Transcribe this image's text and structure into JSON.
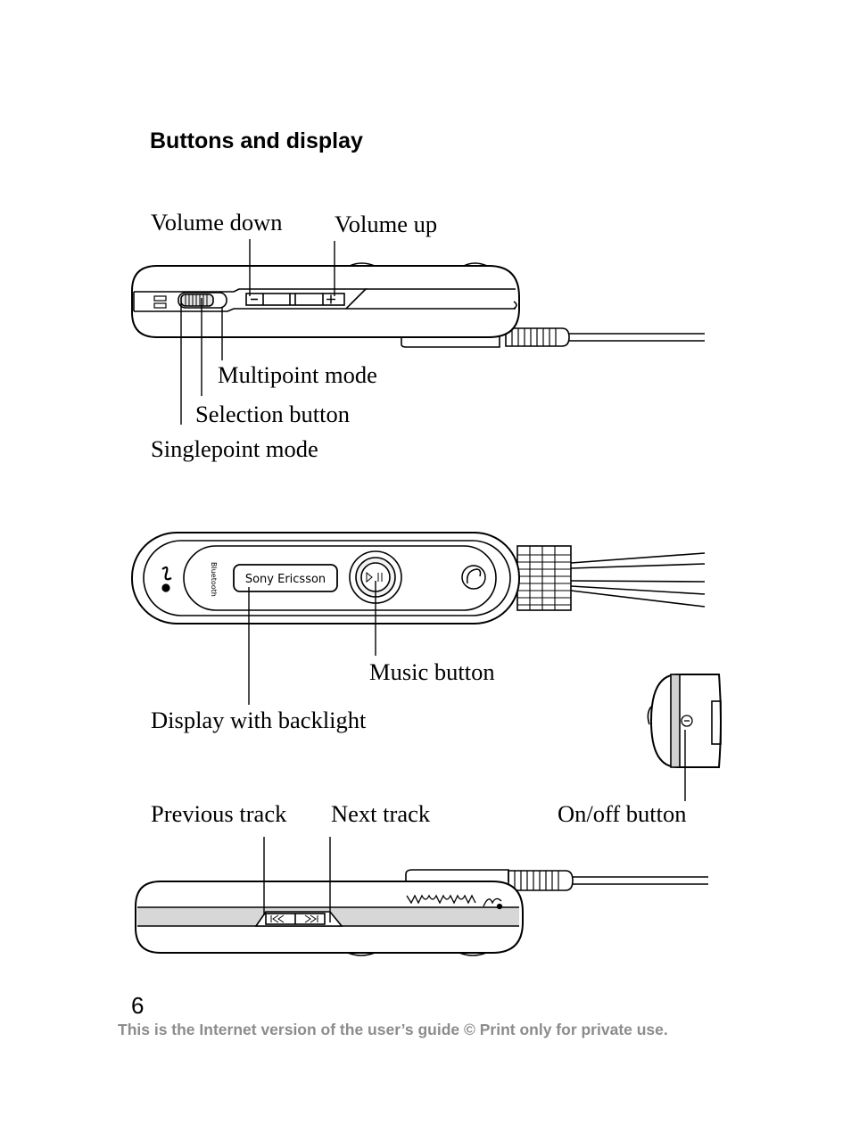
{
  "page": {
    "title": "Buttons and display",
    "page_number": "6",
    "footer": "This is the Internet version of the user’s guide © Print only for private use."
  },
  "side_view_labels": {
    "volume_down": "Volume down",
    "volume_up": "Volume up",
    "multipoint_mode": "Multipoint mode",
    "selection_button": "Selection button",
    "singlepoint_mode": "Singlepoint mode"
  },
  "front_view_labels": {
    "music_button": "Music button",
    "display_with_backlight": "Display with backlight",
    "on_off_button": "On/off button"
  },
  "bottom_view_labels": {
    "previous_track": "Previous track",
    "next_track": "Next track"
  },
  "device_markings": {
    "brand": "Sony Ericsson",
    "bluetooth": "Bluetooth"
  },
  "icons": [
    "mode-switch-icon",
    "minus-icon",
    "plus-icon",
    "play-pause-icon",
    "walkman-logo-icon",
    "sony-ericsson-logo-icon",
    "previous-track-icon",
    "next-track-icon",
    "power-icon"
  ]
}
